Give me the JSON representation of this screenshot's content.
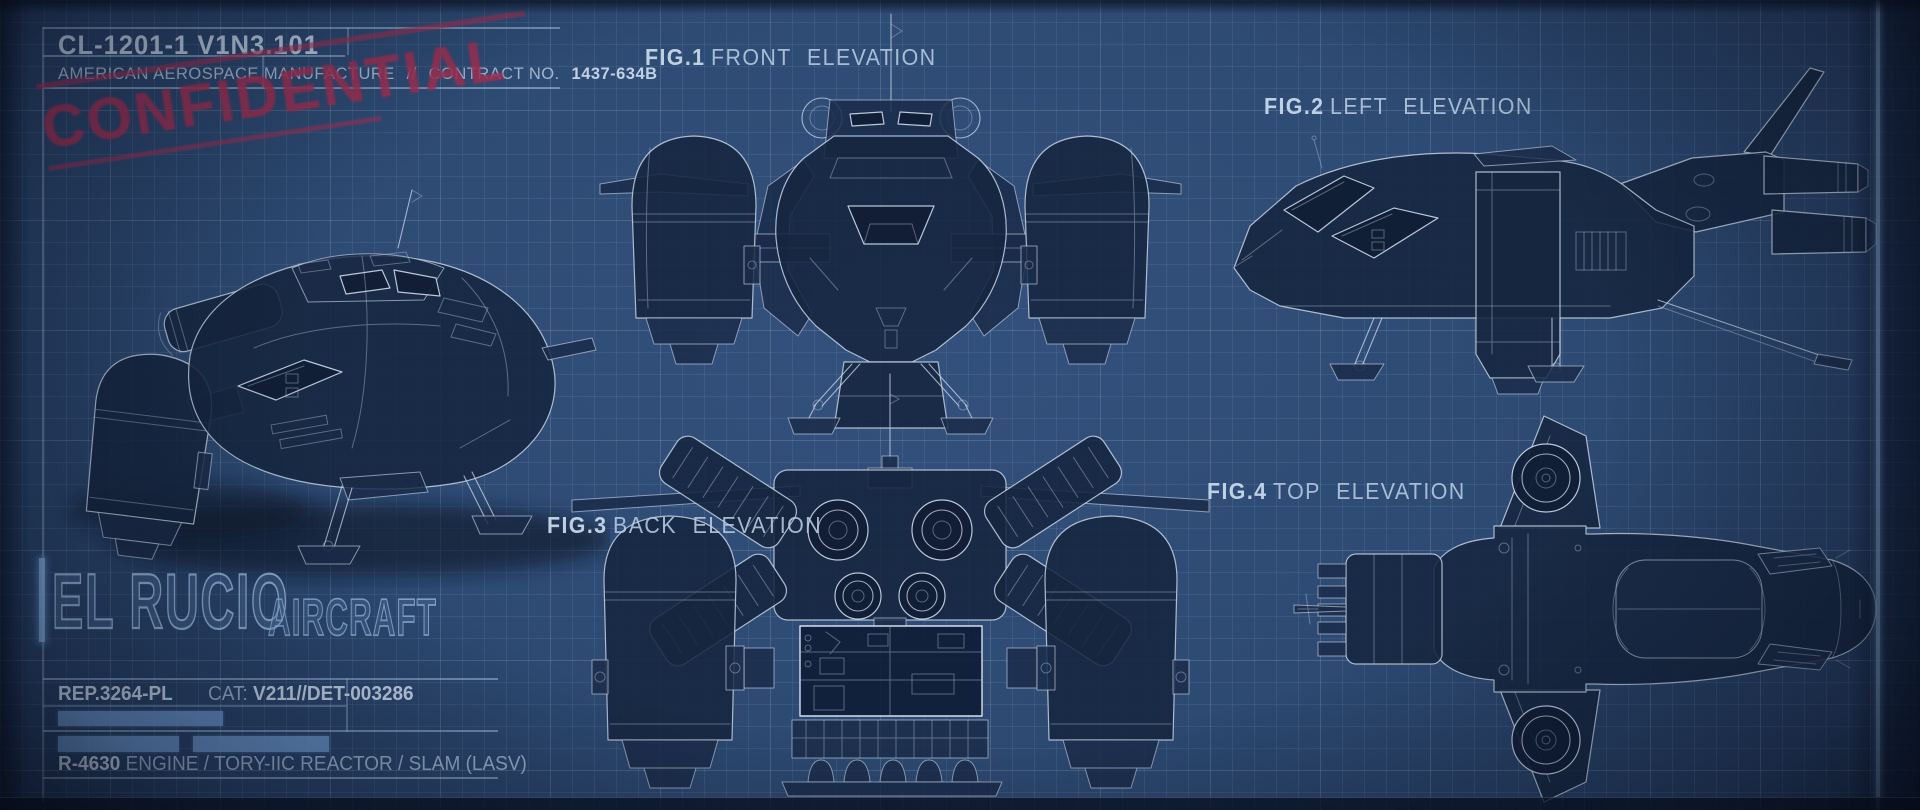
{
  "sheet": {
    "title_block": {
      "drawing_number": "CL-1201-1 V1N3.101",
      "manufacturer": "AMERICAN AEROSPACE MANUFACTURE",
      "separator": "//",
      "contract_label": "CONTRACT NO.",
      "contract_number": "1437-634B"
    },
    "stamp": {
      "text": "CONFIDENTIAL",
      "color": "#9e3153"
    },
    "figures": [
      {
        "label": "FIG.1",
        "title": "FRONT ELEVATION"
      },
      {
        "label": "FIG.2",
        "title": "LEFT ELEVATION"
      },
      {
        "label": "FIG.3",
        "title": "BACK ELEVATION"
      },
      {
        "label": "FIG.4",
        "title": "TOP ELEVATION"
      }
    ],
    "brand": {
      "name": "EL RUCIO",
      "suffix": "AIRCRAFT"
    },
    "spec_block": {
      "report_number": "REP.3264-PL",
      "cat_label": "CAT:",
      "cat_value": "V211//DET-003286",
      "engine_model": "R-4630",
      "engine_specs": "ENGINE / TORY-IIC REACTOR / SLAM (LASV)"
    },
    "colors": {
      "paper_blue": "#2d4a71",
      "line_ink": "#c6d4e4",
      "hull_fill": "#16253f",
      "stamp_red": "#9e3153",
      "redacted_bar": "#6f9bd2",
      "text": "#bcd0e2"
    }
  }
}
